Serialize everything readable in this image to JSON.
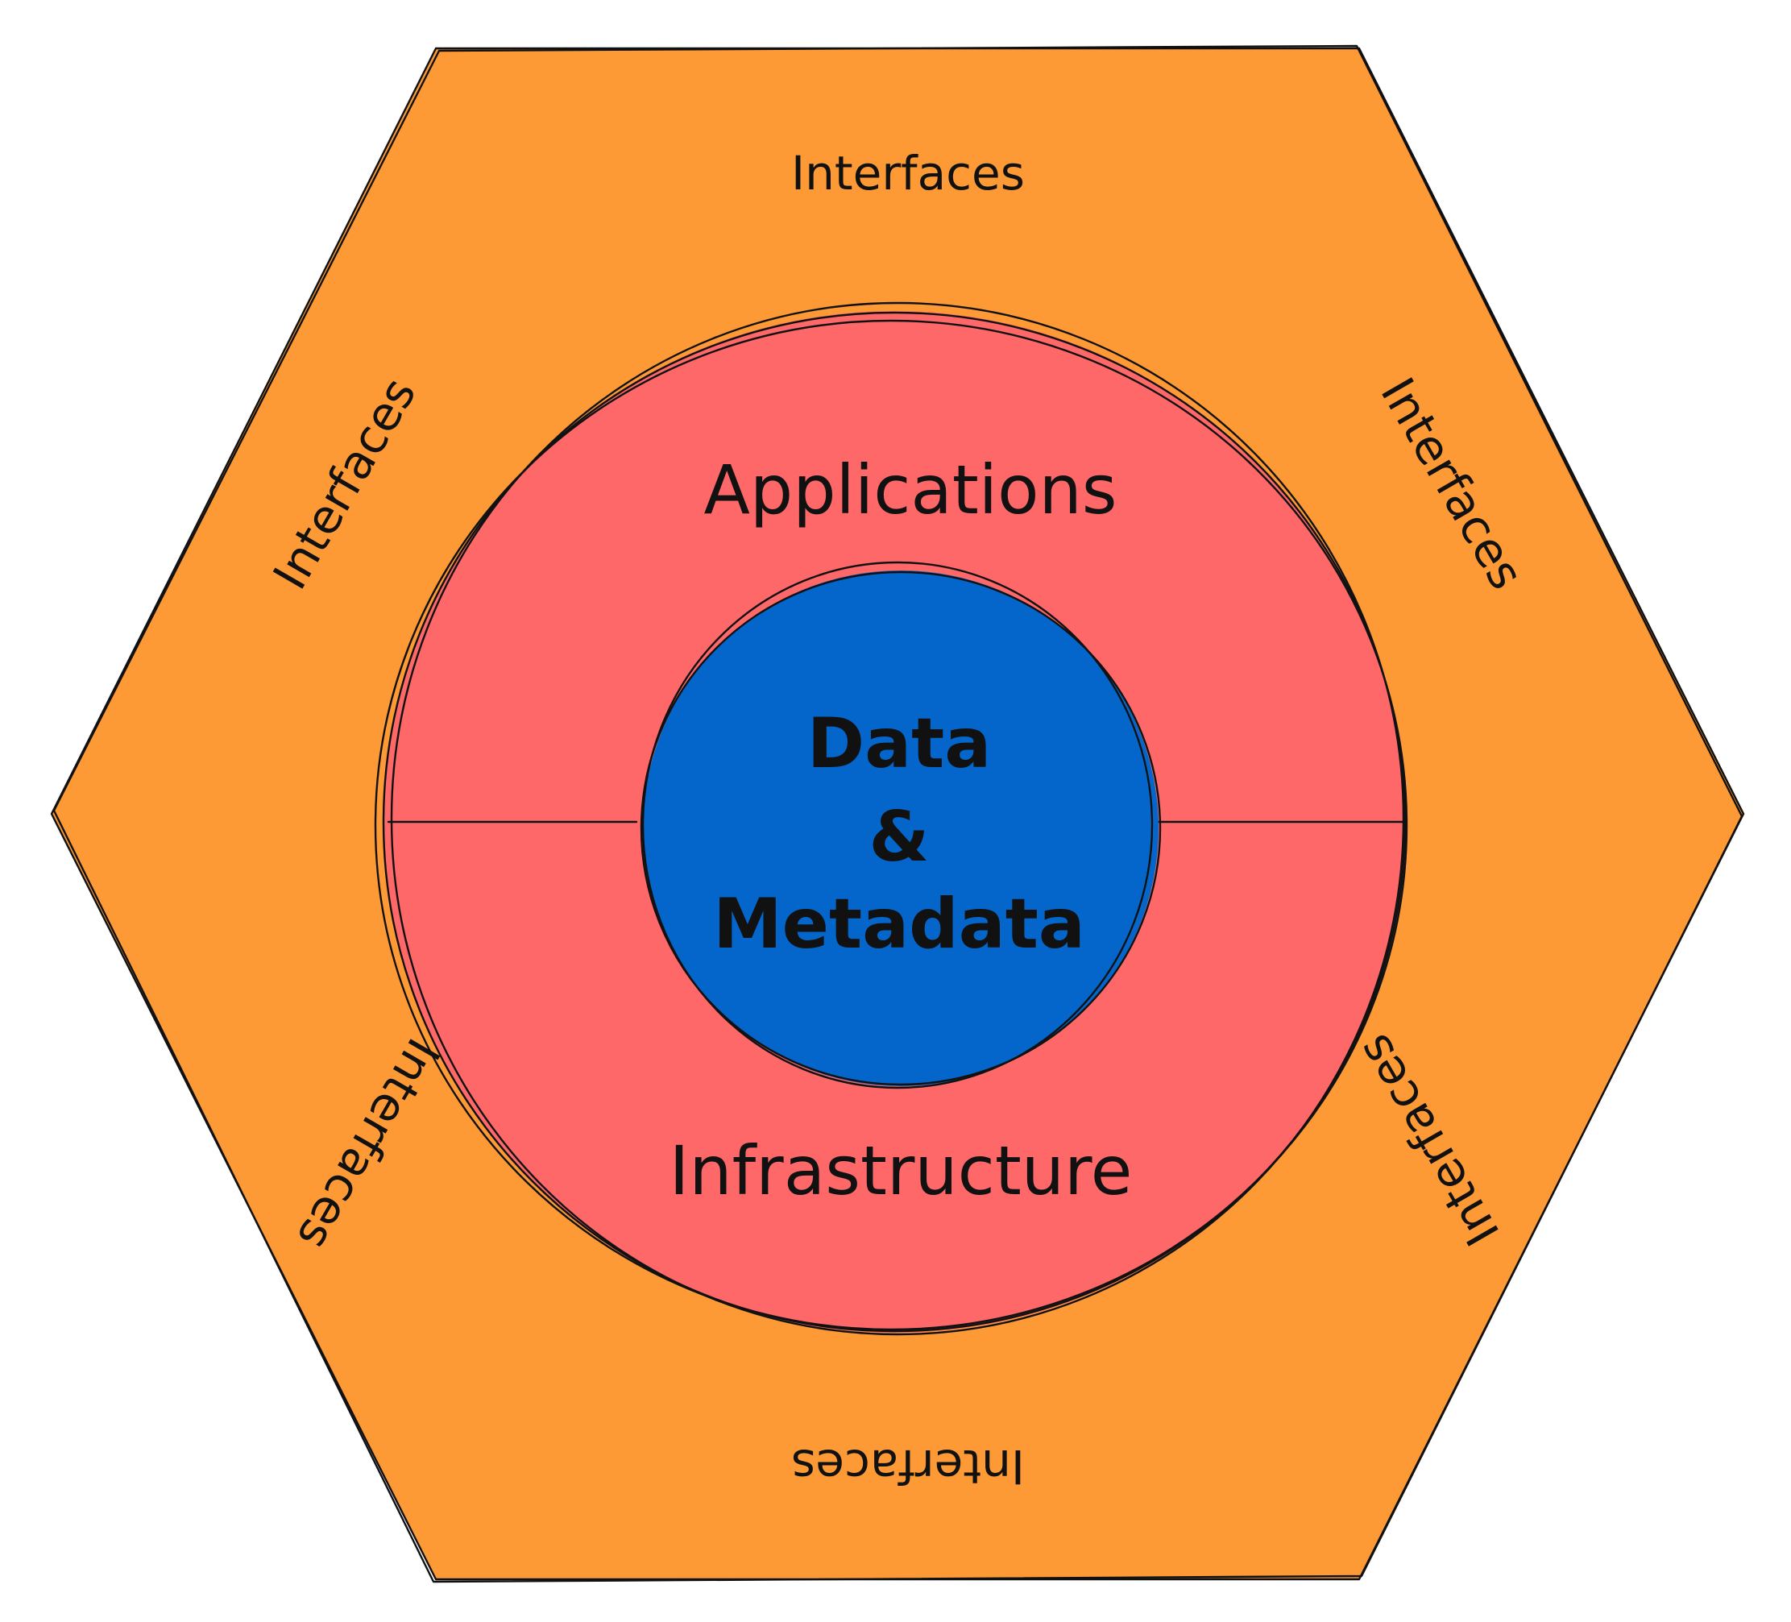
{
  "diagram": {
    "outer_layer": {
      "labels": [
        "Interfaces",
        "Interfaces",
        "Interfaces",
        "Interfaces",
        "Interfaces",
        "Interfaces"
      ]
    },
    "middle_layer": {
      "top_label": "Applications",
      "bottom_label": "Infrastructure"
    },
    "core": {
      "line1": "Data",
      "line2": "&",
      "line3": "Metadata"
    }
  },
  "colors": {
    "hexagon_fill": "#FD9A35",
    "ring_fill": "#FF6868",
    "core_fill": "#0466CB",
    "outline": "#111111",
    "text": "#111111",
    "background": "#FFFFFF"
  }
}
